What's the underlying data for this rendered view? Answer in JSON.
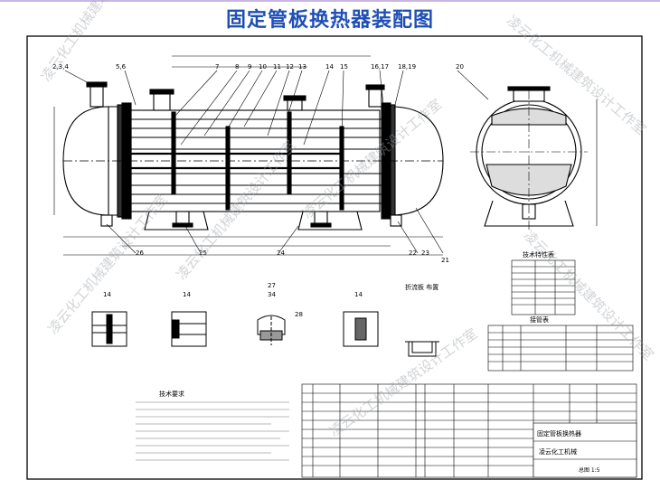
{
  "title": "固定管板换热器装配图",
  "watermark": "凌云化工机械建筑设计工作室",
  "balloons": [
    "2,3,4",
    "5,6",
    "7",
    "8",
    "9",
    "10",
    "11",
    "12",
    "13",
    "14",
    "15",
    "16,17",
    "18,19",
    "20",
    "21",
    "22",
    "23",
    "24",
    "25",
    "26",
    "27",
    "28"
  ],
  "section_labels": [
    "14",
    "14",
    "34",
    "14"
  ],
  "detail_caption": "折流板 布置",
  "tech_char_title": "技术特性表",
  "nozzle_table_title": "接管表",
  "notes_title": "技术要求",
  "drawing_title": "固定管板换热器",
  "company": "凌云化工机械",
  "footer_note": "总图 1:5"
}
